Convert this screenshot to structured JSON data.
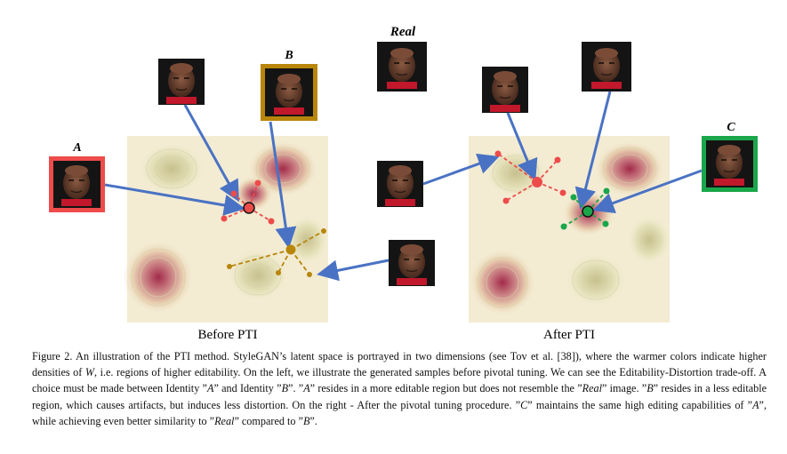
{
  "figure": {
    "labels": {
      "real": "Real",
      "a": "A",
      "b": "B",
      "c": "C"
    },
    "panel_titles": {
      "left": "Before PTI",
      "right": "After PTI"
    },
    "colors": {
      "identity_a": "#ee4b4b",
      "identity_b": "#b8860b",
      "identity_c": "#1aa64a",
      "arrow": "#4a72c4",
      "face_skin": "#6b4331",
      "face_bg": "#111111"
    }
  },
  "caption": {
    "p1": "Figure 2. An illustration of the PTI method. StyleGAN’s latent space is portrayed in two dimensions (see Tov et al. [38]), where the warmer colors indicate higher densities of ",
    "w": "W",
    "p2": ", i.e. regions of higher editability. On the left, we illustrate the generated samples before pivotal tuning. We can see the Editability-Distortion trade-off. A choice must be made between Identity ”",
    "a1": "A",
    "p3": "” and Identity ”",
    "b1": "B",
    "p4": "”. ”",
    "a2": "A",
    "p5": "” resides in a more editable region but does not resemble the ”",
    "real1": "Real",
    "p6": "” image. ”",
    "b2": "B",
    "p7": "” resides in a less editable region, which causes artifacts, but induces less distortion. On the right - After the pivotal tuning procedure. ”",
    "c1": "C",
    "p8": "” maintains the same high editing capabilities of ”",
    "a3": "A",
    "p9": "”, while achieving even better similarity to ”",
    "real2": "Real",
    "p10": "” compared to ”",
    "b3": "B",
    "p11": "”."
  }
}
